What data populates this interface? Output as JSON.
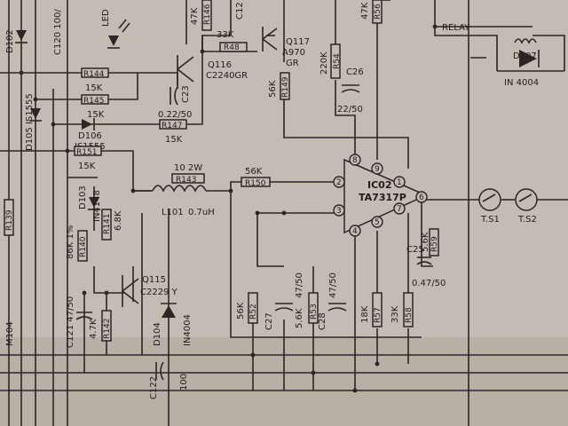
{
  "labels": {
    "r146": "R146",
    "k47_top": "47K",
    "c12": "C12",
    "r48": "R48",
    "k33_top": "33K",
    "q117": "Q117",
    "a970": "A970",
    "gr_q117": "GR",
    "r54": "R54",
    "k220": "220K",
    "r56": "R56",
    "k47_r56": "47K",
    "relay": "RELAY",
    "d107": "D107",
    "in4004_top": "IN 4004",
    "r144": "R144",
    "k15_a": "15K",
    "q116": "Q116",
    "c2240gr": "C2240GR",
    "c23": "C23",
    "c23_val": "0.22/50",
    "c26": "C26",
    "c26_val": "22/50",
    "k56_r149": "56K",
    "r149": "R149",
    "r145": "R145",
    "k15_b": "15K",
    "d106": "D106",
    "is1555": "IS1555",
    "d105": "D105 IS1555",
    "r147": "R147",
    "k15_c": "15K",
    "r151": "R151",
    "k15_d": "15K",
    "c120": "C120 100/",
    "d102": "D102",
    "led": "LED",
    "w10_2w": "10 2W",
    "r143": "R143",
    "l101": "L101",
    "l101_val": "0.7uH",
    "k56_r150": "56K",
    "r150": "R150",
    "ic02": "IC02",
    "ta7317p": "TA7317P",
    "pin8": "8",
    "pin9": "9",
    "pin2": "2",
    "pin1": "1",
    "pin6": "6",
    "pin3": "3",
    "pin7": "7",
    "pin4": "4",
    "pin5": "5",
    "ts1": "T.S1",
    "ts2": "T.S2",
    "d103": "D103",
    "in4148": "IN4148",
    "r141": "R141",
    "k6_8": "6.8K",
    "k86_1pct": "86K 1%",
    "r140": "R140",
    "r139": "R139",
    "q115": "Q115",
    "c2229y": "C2229 Y",
    "d104": "D104",
    "in4004_mid": "IN4004",
    "c121": "C121 47/50",
    "k4_7": "4.7K",
    "r142": "R142",
    "c122": "C122",
    "c122_val": "100",
    "m104": "M104",
    "k56_r52": "56K",
    "r52": "R52",
    "c27": "C27",
    "c27_val": "47/50",
    "k5_6": "5.6K",
    "r53": "R53",
    "c28": "C28",
    "c28_val": "47/50",
    "k18": "18K",
    "r57": "R57",
    "k33_r58": "33K",
    "r58": "R58",
    "c25": "C25",
    "c25_val": "0.47/50",
    "k56_r59": "5.6K",
    "r59": "R59"
  }
}
